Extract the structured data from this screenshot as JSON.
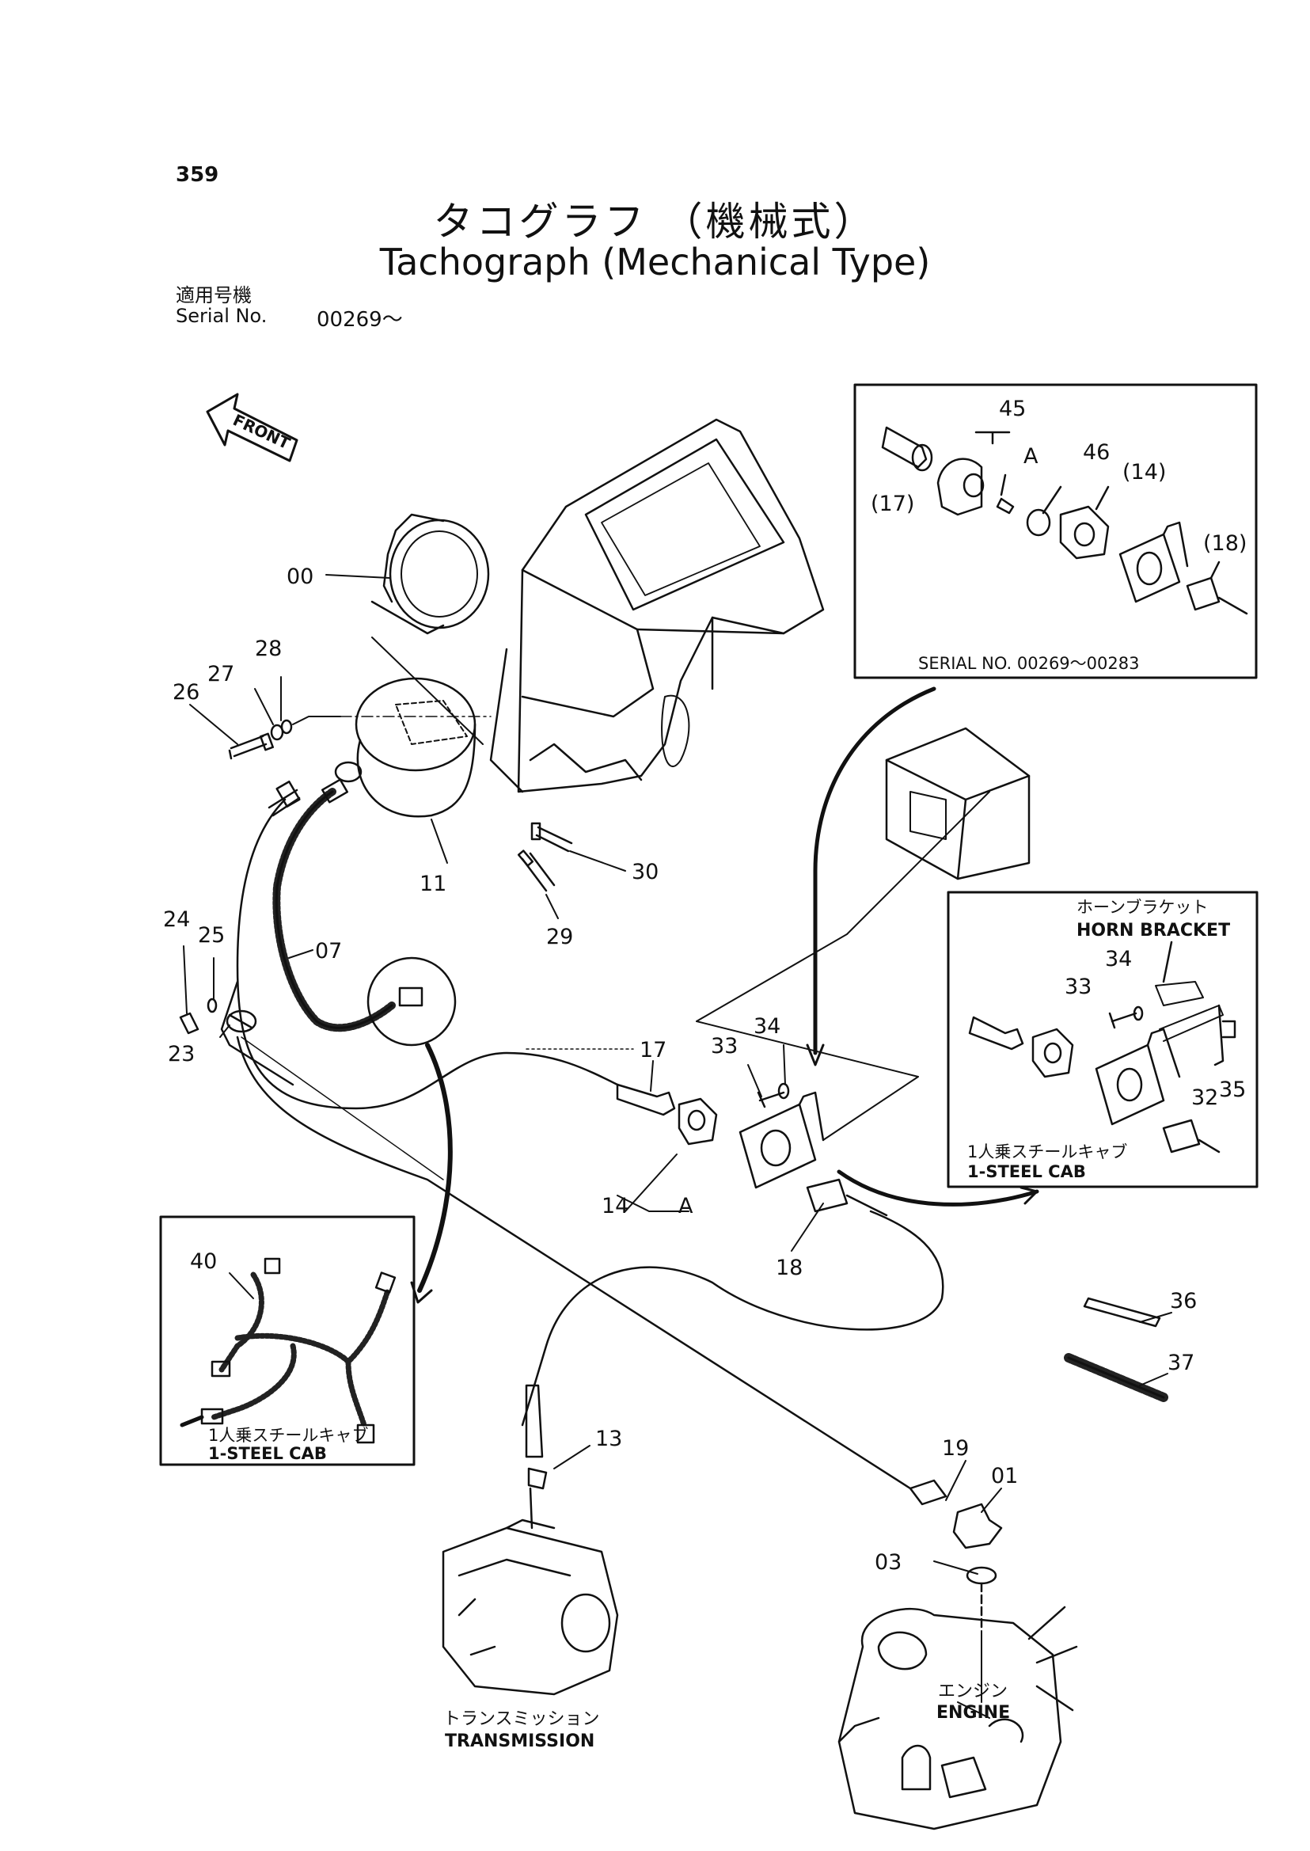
{
  "page_number": "359",
  "title_jp": "タコグラフ",
  "title_jp_paren": "（機械式）",
  "title_en": "Tachograph (Mechanical Type)",
  "serial_label_jp": "適用号機",
  "serial_label_en": "Serial No.",
  "serial_value": "00269～",
  "front_label": "FRONT",
  "callouts": {
    "00": "00",
    "26": "26",
    "27": "27",
    "28": "28",
    "11": "11",
    "29": "29",
    "30": "30",
    "24": "24",
    "25": "25",
    "23": "23",
    "07": "07",
    "17": "17",
    "33": "33",
    "34": "34",
    "14": "14",
    "A": "A",
    "18": "18",
    "40": "40",
    "13": "13",
    "19": "19",
    "01": "01",
    "03": "03",
    "36": "36",
    "37": "37"
  },
  "inset_serial": {
    "caption": "SERIAL  NO. 00269～00283",
    "labels": {
      "45": "45",
      "A": "A",
      "46": "46",
      "14": "(14)",
      "17": "(17)",
      "18": "(18)"
    }
  },
  "inset_horn": {
    "title_jp": "ホーンブラケット",
    "title_en": "HORN  BRACKET",
    "labels": {
      "34": "34",
      "33": "33",
      "32": "32",
      "35": "35"
    },
    "caption_jp": "1人乗スチールキャブ",
    "caption_en": "1-STEEL  CAB"
  },
  "inset_harness": {
    "caption_jp": "1人乗スチールキャブ",
    "caption_en": "1-STEEL  CAB"
  },
  "transmission_jp": "トランスミッション",
  "transmission_en": "TRANSMISSION",
  "engine_jp": "エンジン",
  "engine_en": "ENGINE"
}
